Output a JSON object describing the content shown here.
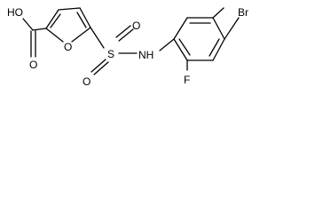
{
  "molecule": {
    "atoms": {
      "hydroxyl": "HO",
      "carbonyl_oxygen": "O",
      "furan_oxygen": "O",
      "sulfur": "S",
      "sulfonyl_oxygen_top": "O",
      "sulfonyl_oxygen_bottom": "O",
      "amine": "NH",
      "bromine": "Br",
      "fluorine": "F"
    },
    "colors": {
      "bond": "#000000",
      "label": "#000000",
      "background": "#ffffff"
    }
  }
}
